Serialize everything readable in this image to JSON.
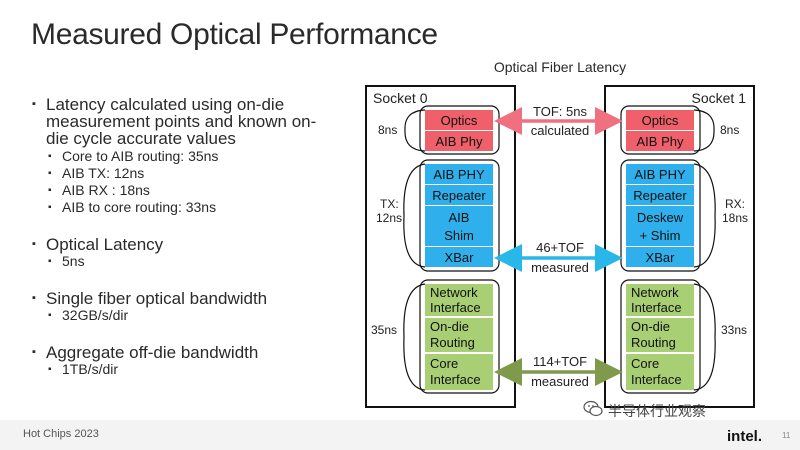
{
  "slide": {
    "title": "Measured Optical Performance",
    "footer": "Hot Chips 2023",
    "logo_text": "intel.",
    "page_number": "11",
    "watermark": "半导体行业观察"
  },
  "bullets": [
    {
      "text": "Latency calculated using on-die measurement points and known on-die cycle accurate values",
      "sub": [
        "Core to AIB routing: 35ns",
        "AIB TX: 12ns",
        "AIB RX : 18ns",
        "AIB to core routing: 33ns"
      ]
    },
    {
      "text": "Optical Latency",
      "sub": [
        "5ns"
      ]
    },
    {
      "text": "Single fiber optical bandwidth",
      "sub": [
        "32GB/s/dir"
      ]
    },
    {
      "text": "Aggregate off-die bandwidth",
      "sub": [
        "1TB/s/dir"
      ]
    }
  ],
  "diagram": {
    "title": "Optical Fiber Latency",
    "socket0": {
      "label": "Socket 0",
      "blocks": {
        "optics": "Optics",
        "aib_phy": "AIB Phy",
        "aib_phy2": "AIB PHY",
        "repeater": "Repeater",
        "aib_shim_1": "AIB",
        "aib_shim_2": "Shim",
        "xbar": "XBar",
        "net_1": "Network",
        "net_2": "Interface",
        "route_1": "On-die",
        "route_2": "Routing",
        "core_1": "Core",
        "core_2": "Interface"
      },
      "lat_optics": "8ns",
      "lat_tx_1": "TX:",
      "lat_tx_2": "12ns",
      "lat_core": "35ns"
    },
    "socket1": {
      "label": "Socket 1",
      "blocks": {
        "optics": "Optics",
        "aib_phy": "AIB Phy",
        "aib_phy2": "AIB PHY",
        "repeater": "Repeater",
        "deskew_1": "Deskew",
        "deskew_2": "+ Shim",
        "xbar": "XBar",
        "net_1": "Network",
        "net_2": "Interface",
        "route_1": "On-die",
        "route_2": "Routing",
        "core_1": "Core",
        "core_2": "Interface"
      },
      "lat_optics": "8ns",
      "lat_rx_1": "RX:",
      "lat_rx_2": "18ns",
      "lat_core": "33ns"
    },
    "links": [
      {
        "line1": "TOF: 5ns",
        "line2": "calculated"
      },
      {
        "line1": "46+TOF",
        "line2": "measured"
      },
      {
        "line1": "114+TOF",
        "line2": "measured"
      }
    ],
    "colors": {
      "red_block": "#f0606a",
      "red_arrow": "#f07080",
      "blue_block": "#2fb0ec",
      "blue_arrow": "#29b6e8",
      "green_block": "#a9cf74",
      "green_arrow": "#7f9a4a"
    }
  }
}
